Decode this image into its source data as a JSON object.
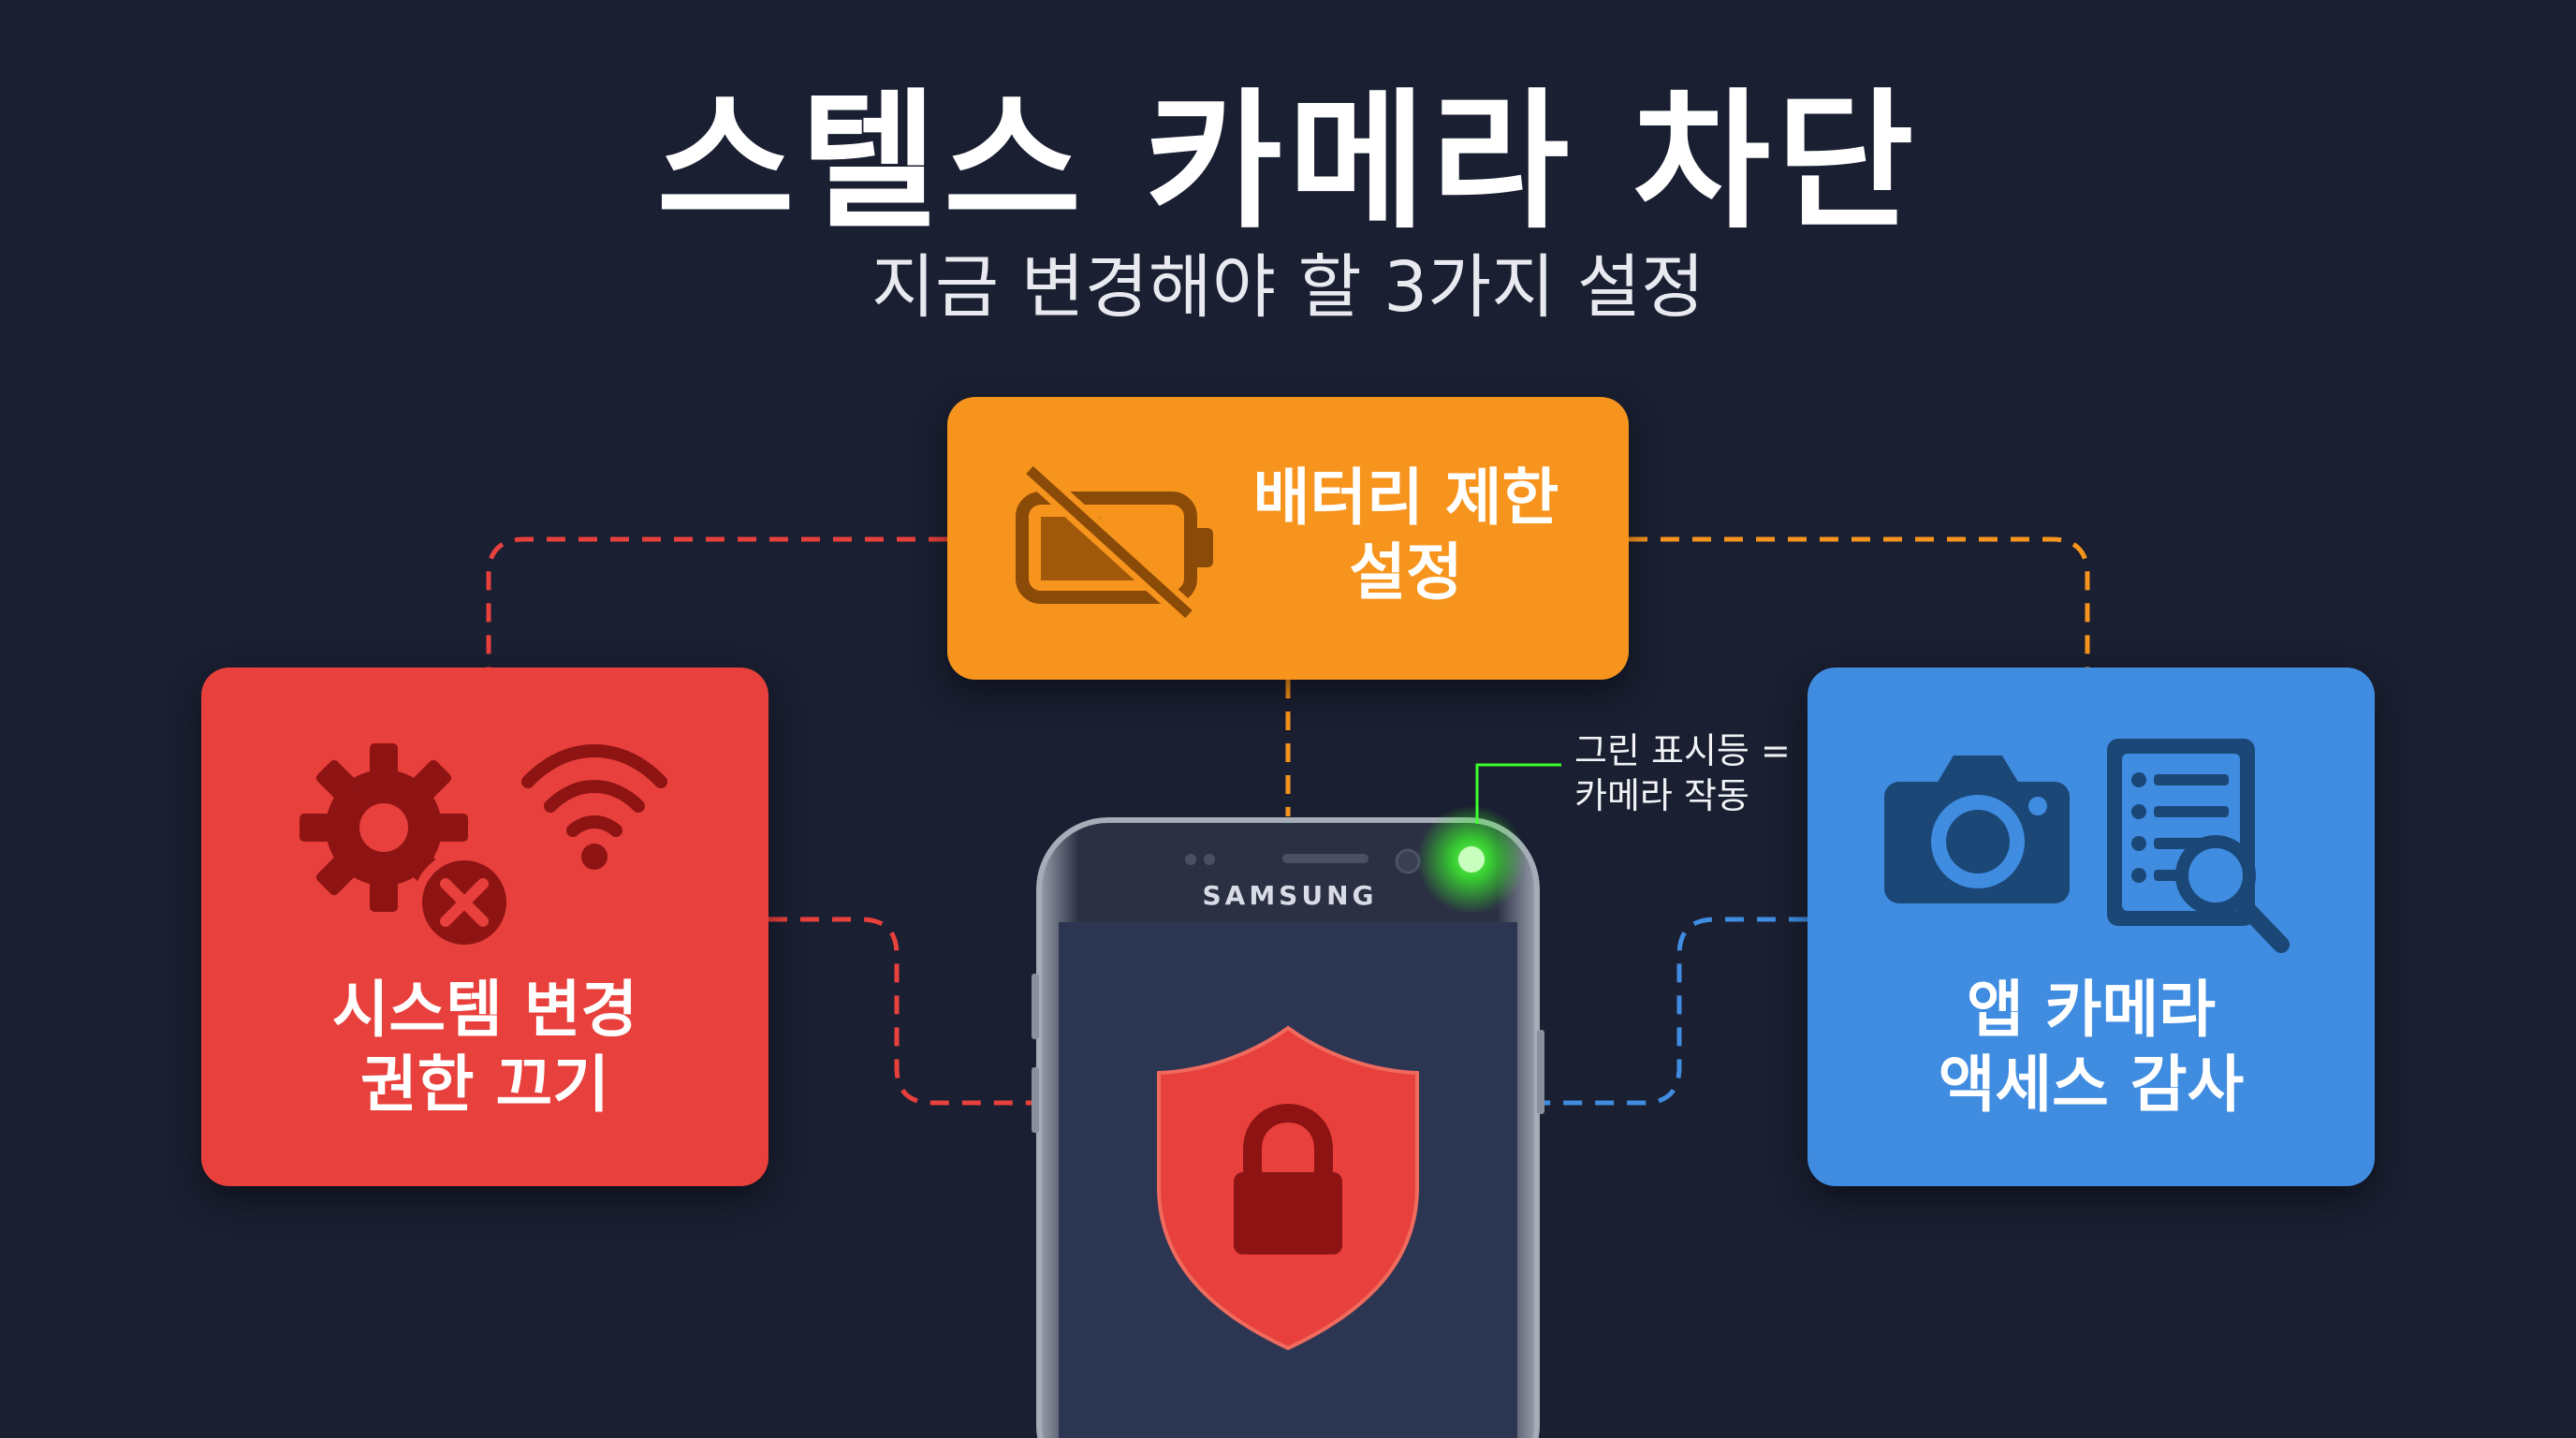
{
  "title": "스텔스 카메라 차단",
  "subtitle": "지금 변경해야 할 3가지 설정",
  "cards": {
    "battery": {
      "label": "배터리 제한\n설정",
      "color": "#f7941d",
      "icon": "battery-off-icon"
    },
    "system": {
      "label": "시스템 변경\n권한 끄기",
      "color": "#e8403c",
      "icons": [
        "gear-x-icon",
        "wifi-icon"
      ]
    },
    "camera": {
      "label": "앱 카메라\n액세스 감사",
      "color": "#3f8ce0",
      "icons": [
        "camera-icon",
        "document-search-icon"
      ]
    }
  },
  "annotation": "그린 표시등 =\n카메라 작동",
  "phone": {
    "brand": "SAMSUNG",
    "screen_icon": "shield-lock-icon",
    "indicator_color": "#33ff33"
  },
  "connector_colors": {
    "system": "#e8403c",
    "battery": "#f7941d",
    "camera": "#3f8ce0"
  }
}
